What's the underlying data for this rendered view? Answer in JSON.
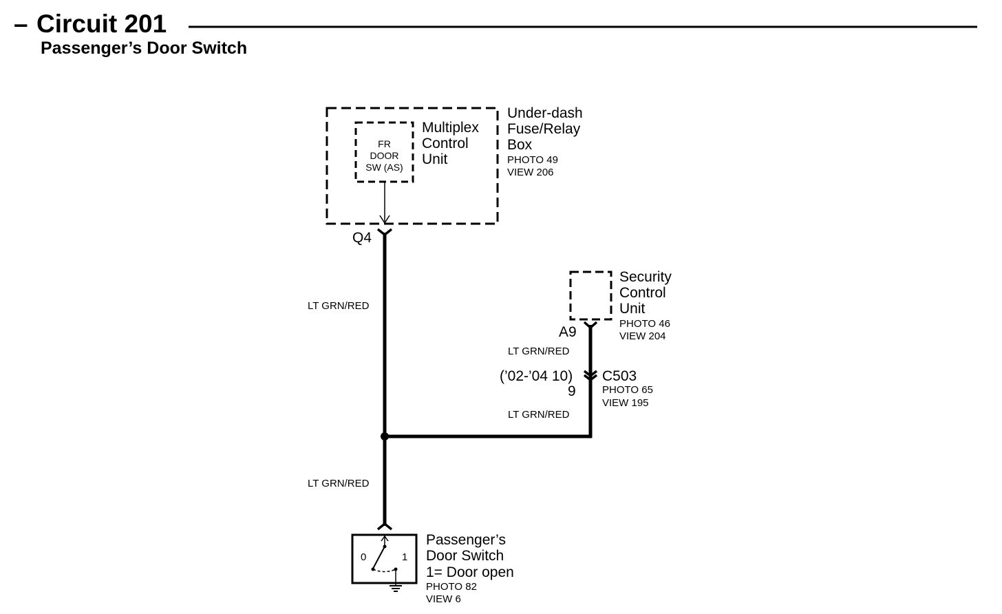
{
  "header": {
    "dash": "–",
    "title": "Circuit 201",
    "subtitle": "Passenger’s Door Switch"
  },
  "components": {
    "underdash_box": {
      "name": "Under-dash\nFuse/Relay\nBox",
      "photo": "PHOTO 49",
      "view": "VIEW 206"
    },
    "multiplex_unit": {
      "name": "Multiplex\nControl\nUnit",
      "inner_label": "FR\nDOOR\nSW (AS)",
      "terminal": "Q4"
    },
    "security_unit": {
      "name": "Security\nControl\nUnit",
      "photo": "PHOTO 46",
      "view": "VIEW 204",
      "terminal": "A9"
    },
    "connector_c503": {
      "name": "C503",
      "photo": "PHOTO 65",
      "view": "VIEW 195",
      "condition": "(’02-’04 10)",
      "pin": "9"
    },
    "door_switch": {
      "name": "Passenger’s\nDoor Switch",
      "state_note": "1= Door open",
      "photo": "PHOTO 82",
      "view": "VIEW 6",
      "pos_0": "0",
      "pos_1": "1"
    }
  },
  "wires": {
    "main_upper": "LT GRN/RED",
    "security_upper": "LT GRN/RED",
    "security_lower": "LT GRN/RED",
    "main_lower": "LT GRN/RED"
  }
}
